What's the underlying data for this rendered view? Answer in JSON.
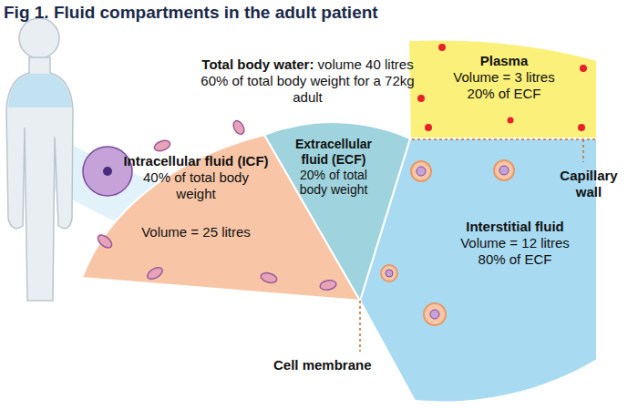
{
  "diagram": {
    "title": "Fig 1. Fluid compartments in the adult patient",
    "nodes": [
      {
        "text": [
          "Intracellular fluid (ICF)",
          "40% of total body weight",
          "Volume = 25 litres"
        ]
      },
      {
        "text": [
          "Extracellular fluid (ECF)",
          "20% of total body weight"
        ]
      },
      {
        "text": [
          "Plasma",
          "Volume = 3 litres 20% of ECF"
        ]
      },
      {
        "text": [
          "Interstitial fluid",
          "Volume = 12 litres 80% of ECF"
        ]
      }
    ],
    "labels": [
      "Total body water:",
      "volume 40 litres 60% of total body weight for a 72kg adult",
      "Capillary wall",
      "Cell membrane"
    ]
  }
}
